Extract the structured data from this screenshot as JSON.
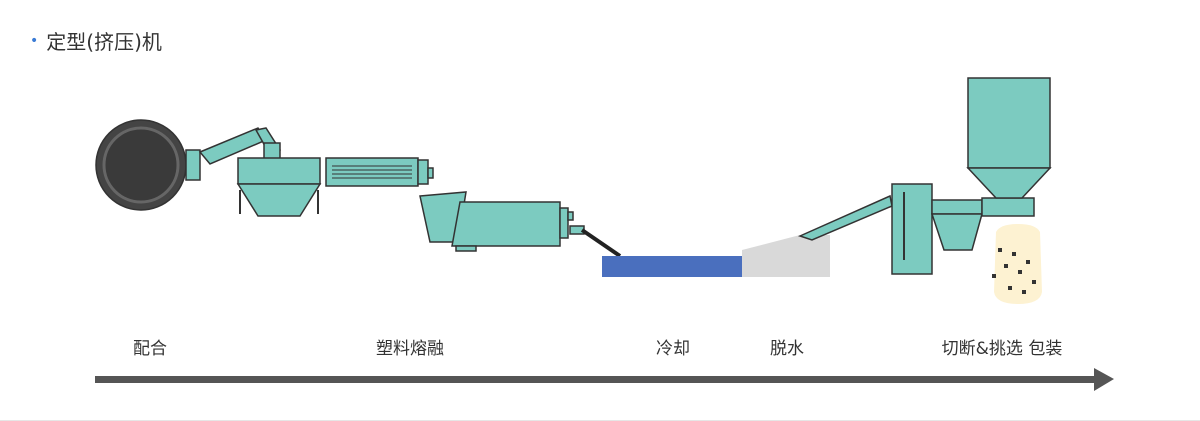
{
  "title": "定型(挤压)机",
  "stages": [
    {
      "id": "mixing",
      "label": "配合"
    },
    {
      "id": "melting",
      "label": "塑料熔融"
    },
    {
      "id": "cooling",
      "label": "冷却"
    },
    {
      "id": "dewatering",
      "label": "脱水"
    },
    {
      "id": "cutting",
      "label": "切断&挑选 包装"
    }
  ],
  "colors": {
    "machine": "#7ccbc0",
    "outline": "#333333",
    "water": "#4a6fbe",
    "dewater": "#d9d9d9",
    "arrow": "#555555",
    "bag": "#fdf2d2",
    "pellet": "#333333",
    "mixer": "#444444"
  }
}
